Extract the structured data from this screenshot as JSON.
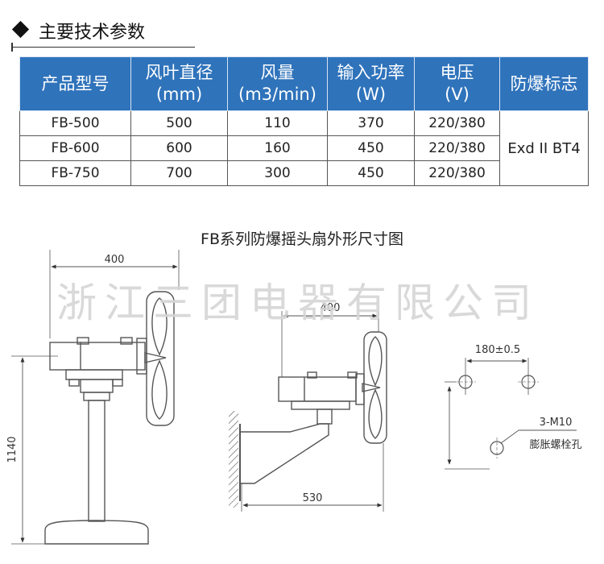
{
  "header": {
    "title": "主要技术参数"
  },
  "table": {
    "headers": [
      [
        "产品型号"
      ],
      [
        "风叶直径",
        "(mm)"
      ],
      [
        "风量",
        "(m3/min)"
      ],
      [
        "输入功率",
        "(W)"
      ],
      [
        "电压",
        "(V)"
      ],
      [
        "防爆标志"
      ]
    ],
    "rows": [
      [
        "FB-500",
        "500",
        "110",
        "370",
        "220/380"
      ],
      [
        "FB-600",
        "600",
        "160",
        "450",
        "220/380"
      ],
      [
        "FB-750",
        "700",
        "300",
        "450",
        "220/380"
      ]
    ],
    "explosion_mark": "Exd II BT4"
  },
  "drawing": {
    "title": "FB系列防爆摇头扇外形尺寸图",
    "watermark": "浙江三团电器有限公司",
    "labels": {
      "stand_width": "400",
      "stand_height": "1140",
      "wall_width": "400",
      "wall_depth": "530",
      "hole_spacing": "180±0.5",
      "bolt_spec": "3-M10",
      "bolt_desc": "膨胀螺栓孔"
    }
  }
}
